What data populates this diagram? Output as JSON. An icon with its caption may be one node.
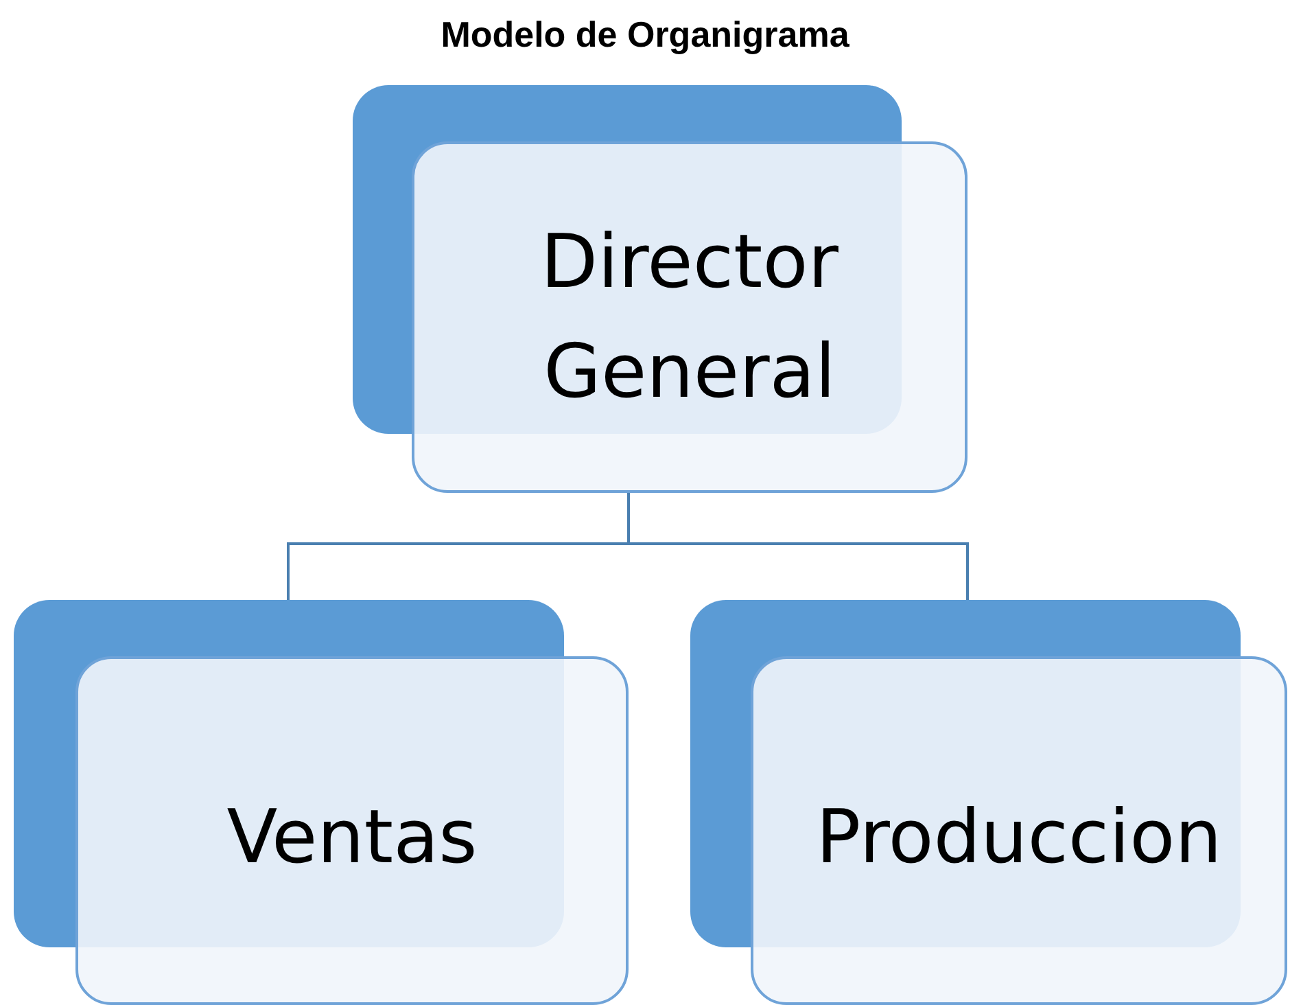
{
  "diagram": {
    "title": "Modelo de Organigrama",
    "nodes": [
      {
        "text": [
          "Director General"
        ]
      },
      {
        "text": [
          "Ventas"
        ]
      },
      {
        "text": [
          "Produccion"
        ]
      }
    ],
    "edges": [
      {
        "from": 0,
        "to": 1,
        "arrow": "none"
      },
      {
        "from": 0,
        "to": 2,
        "arrow": "none"
      }
    ]
  }
}
